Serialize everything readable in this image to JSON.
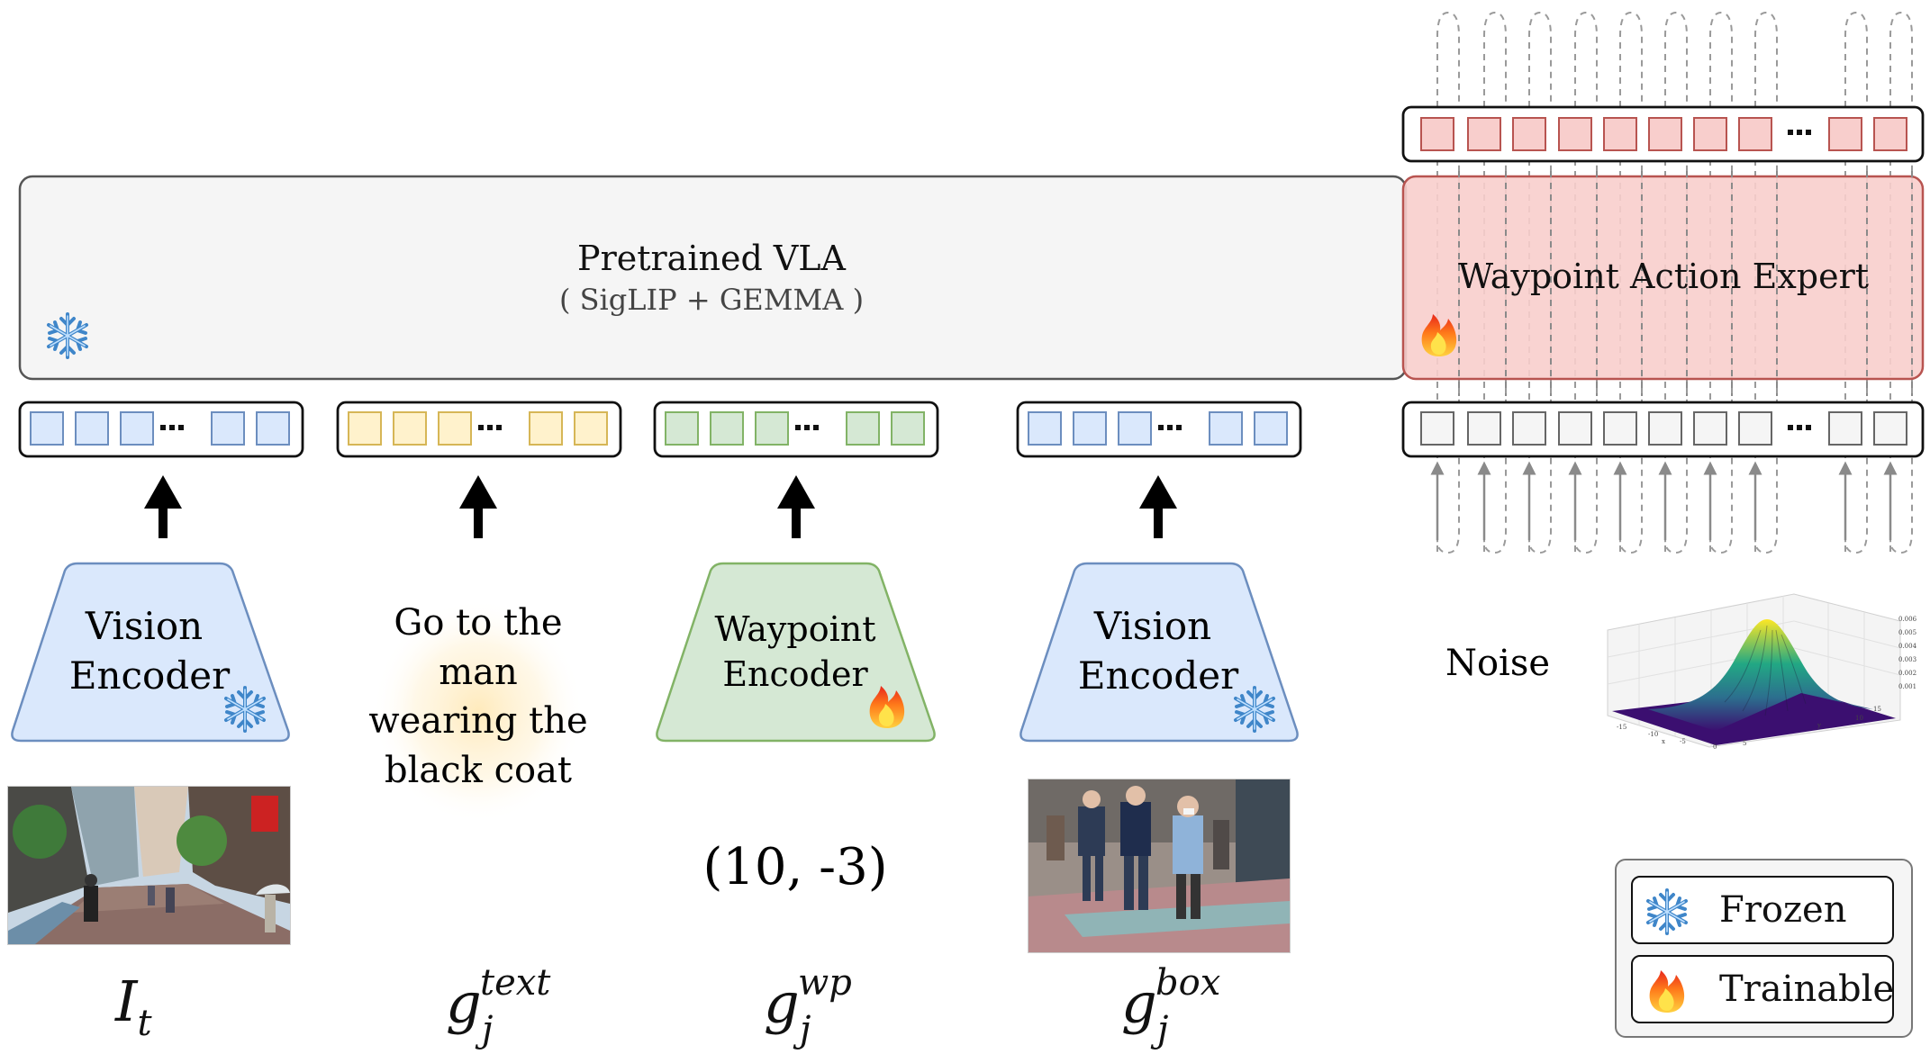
{
  "vla": {
    "title": "Pretrained VLA",
    "subtitle": "( SigLIP + GEMMA )"
  },
  "expert": {
    "title": "Waypoint Action Expert"
  },
  "noise": {
    "label": "Noise"
  },
  "inputs": {
    "text_goal": [
      "Go to the",
      "man",
      "wearing the",
      "black coat"
    ],
    "waypoint_value": "(10, -3)"
  },
  "encoders": {
    "vision_left": [
      "Vision",
      "Encoder"
    ],
    "waypoint": [
      "Waypoint",
      "Encoder"
    ],
    "vision_right": [
      "Vision",
      "Encoder"
    ]
  },
  "symbols": {
    "image": {
      "base": "I",
      "sub": "t"
    },
    "text": {
      "base": "g",
      "sub": "j",
      "sup": "text"
    },
    "waypoint": {
      "base": "g",
      "sub": "j",
      "sup": "wp"
    },
    "box": {
      "base": "g",
      "sub": "j",
      "sup": "box"
    }
  },
  "legend": {
    "frozen": "Frozen",
    "trainable": "Trainable"
  },
  "colors": {
    "vision_token": "#dae8fc",
    "vision_border": "#6c8ebf",
    "text_token": "#fff2cc",
    "text_border": "#d6b656",
    "waypoint_token": "#d5e8d4",
    "waypoint_border": "#82b366",
    "action_token": "#f8cecc",
    "action_border": "#b85450",
    "noise_token": "#f5f5f5",
    "noise_border": "#666666",
    "vla_fill": "#f5f5f5",
    "expert_fill": "#f8cecc"
  },
  "icons": {
    "frozen": "snowflake-icon",
    "trainable": "fire-icon"
  }
}
